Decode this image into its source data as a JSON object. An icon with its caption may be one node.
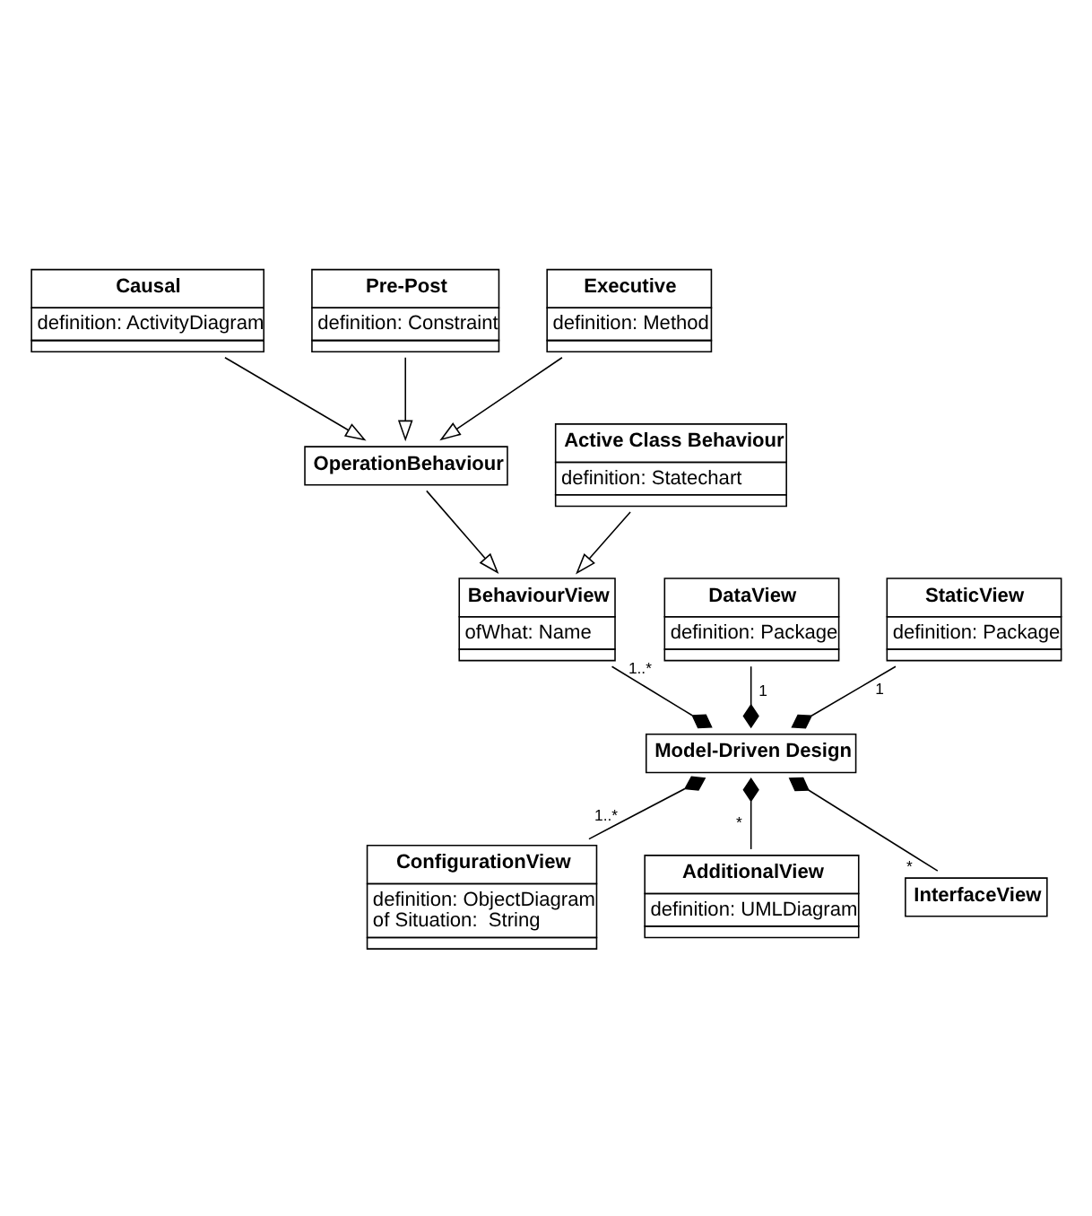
{
  "diagram": {
    "nodes": [
      {
        "text": [
          "Causal",
          "definition: ActivityDiagram"
        ]
      },
      {
        "text": [
          "Pre-Post",
          "definition: Constraint"
        ]
      },
      {
        "text": [
          "Executive",
          "definition: Method"
        ]
      },
      {
        "text": [
          "OperationBehaviour"
        ]
      },
      {
        "text": [
          "Active Class Behaviour",
          "definition: Statechart"
        ]
      },
      {
        "text": [
          "DataView",
          "definition: Package"
        ]
      },
      {
        "text": [
          "StaticView",
          "definition: Package"
        ]
      },
      {
        "text": [
          "BehaviourView",
          "ofWhat: Name"
        ]
      },
      {
        "text": [
          "Model-Driven Design"
        ]
      },
      {
        "text": [
          "ConfigurationView",
          "definition: ObjectDiagram",
          "of Situation:  String"
        ]
      },
      {
        "text": [
          "AdditionalView",
          "definition: UMLDiagram"
        ]
      },
      {
        "text": [
          "InterfaceView"
        ]
      }
    ],
    "edges": [
      {
        "from": 0,
        "to": 3,
        "arrow": "to"
      },
      {
        "from": 1,
        "to": 3,
        "arrow": "to"
      },
      {
        "from": 2,
        "to": 3,
        "arrow": "to"
      },
      {
        "from": 3,
        "to": 7,
        "arrow": "to"
      },
      {
        "from": 4,
        "to": 7,
        "arrow": "to"
      },
      {
        "from": 5,
        "to": 8,
        "arrow": "other",
        "label": "1"
      },
      {
        "from": 6,
        "to": 8,
        "arrow": "other",
        "label": "1"
      },
      {
        "from": 7,
        "to": 8,
        "arrow": "other",
        "label": "1..*"
      },
      {
        "from": 9,
        "to": 8,
        "arrow": "other",
        "label": "1..*"
      },
      {
        "from": 10,
        "to": 8,
        "arrow": "other",
        "label": "*"
      },
      {
        "from": 11,
        "to": 8,
        "arrow": "other",
        "label": "*"
      }
    ]
  }
}
